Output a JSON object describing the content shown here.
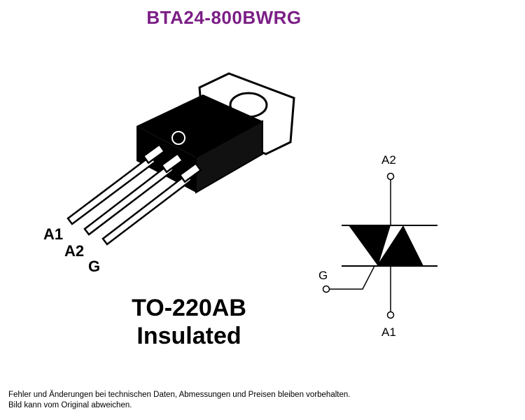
{
  "title": "BTA24-800BWRG",
  "colors": {
    "title": "#7b1f86",
    "body": "#000000"
  },
  "package": {
    "pins": {
      "a1": "A1",
      "a2": "A2",
      "g": "G"
    },
    "name": "TO-220AB",
    "variant": "Insulated"
  },
  "symbol": {
    "a2": "A2",
    "a1": "A1",
    "g": "G"
  },
  "footer": {
    "line1": "Fehler und Änderungen bei technischen Daten, Abmessungen und Preisen bleiben vorbehalten.",
    "line2": "Bild kann vom Original abweichen."
  }
}
